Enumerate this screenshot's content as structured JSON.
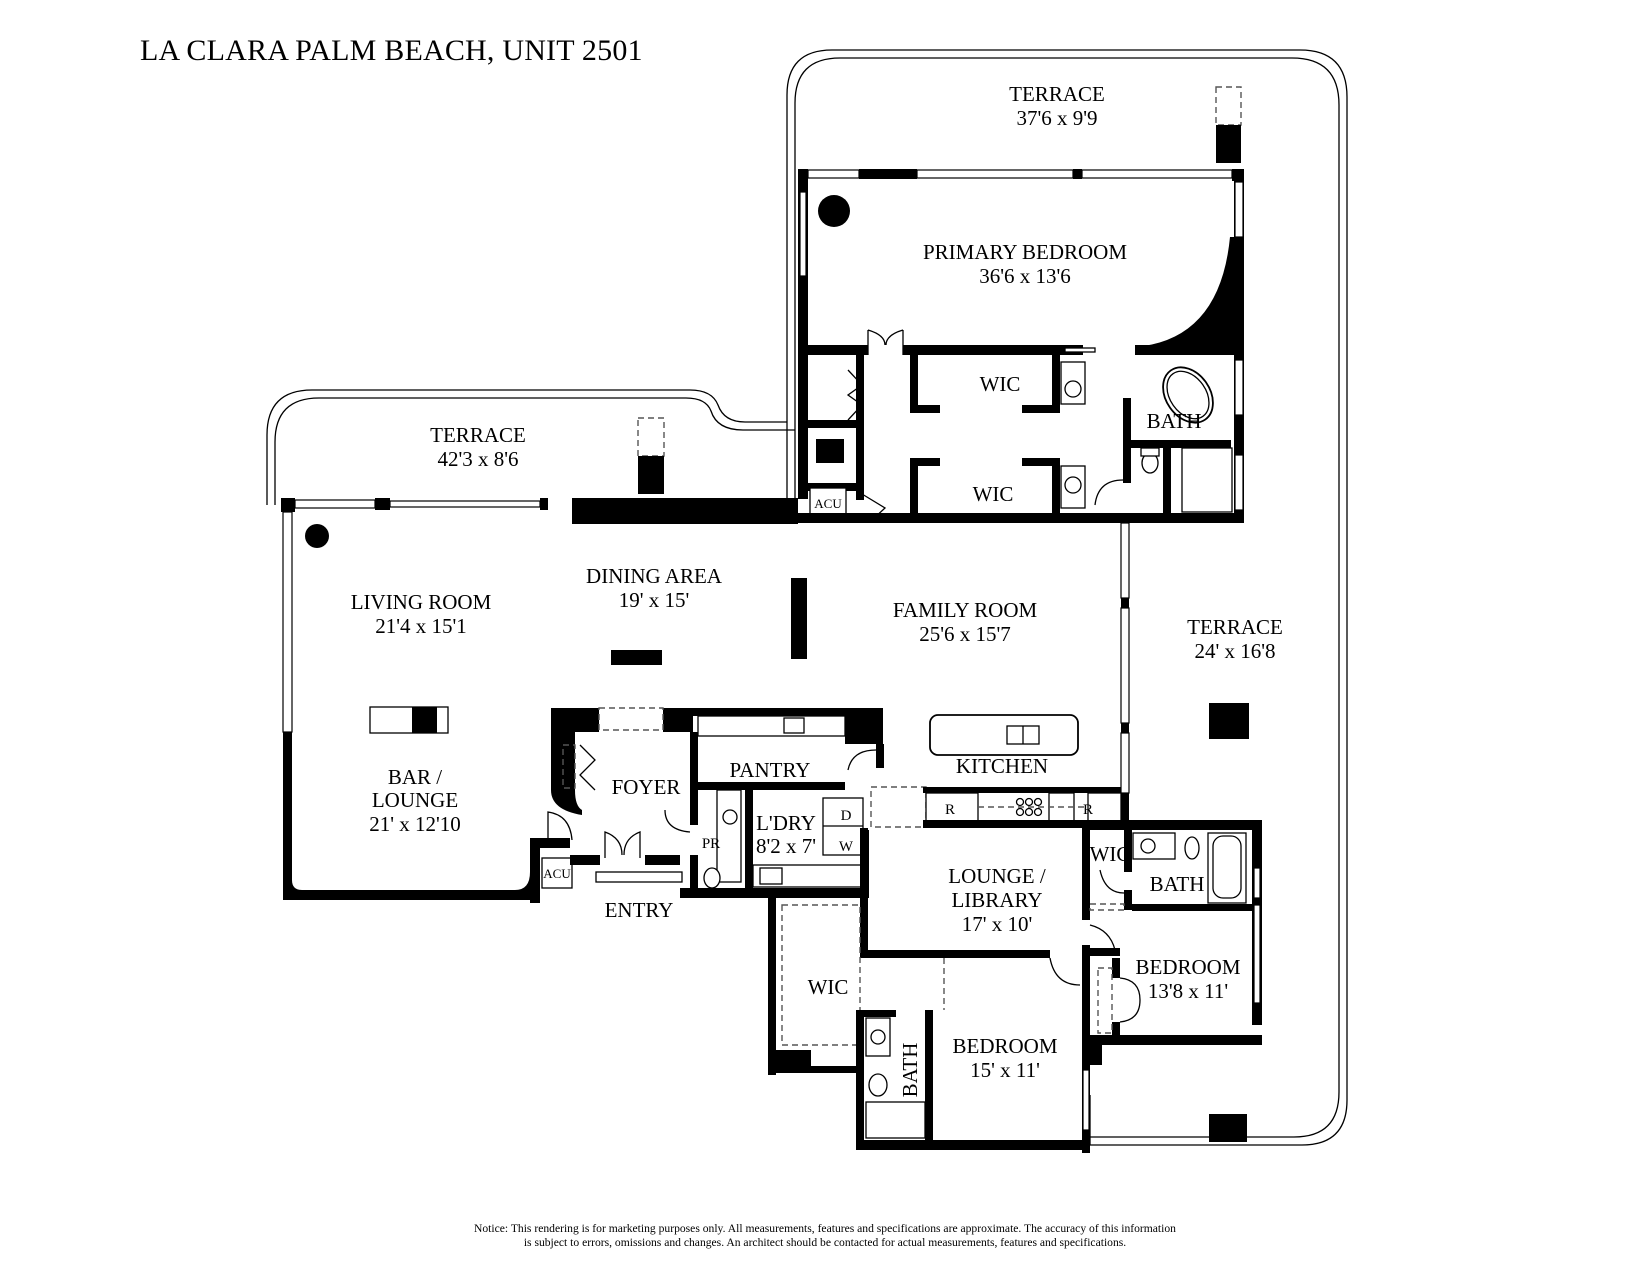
{
  "header": {
    "title": "LA CLARA PALM BEACH, UNIT 2501"
  },
  "rooms": {
    "terrace_north": {
      "name": "TERRACE",
      "dims": "37'6 x 9'9"
    },
    "primary_bedroom": {
      "name": "PRIMARY BEDROOM",
      "dims": "36'6 x 13'6"
    },
    "wic_upper": {
      "name": "WIC"
    },
    "wic_lower": {
      "name": "WIC"
    },
    "primary_bath": {
      "name": "BATH"
    },
    "acu_upper": {
      "name": "ACU"
    },
    "terrace_west": {
      "name": "TERRACE",
      "dims": "42'3 x 8'6"
    },
    "living_room": {
      "name": "LIVING ROOM",
      "dims": "21'4 x 15'1"
    },
    "dining_area": {
      "name": "DINING AREA",
      "dims": "19' x 15'"
    },
    "family_room": {
      "name": "FAMILY ROOM",
      "dims": "25'6 x 15'7"
    },
    "terrace_east": {
      "name": "TERRACE",
      "dims": "24' x 16'8"
    },
    "bar_lounge": {
      "line1": "BAR /",
      "line2": "LOUNGE",
      "dims": "21' x 12'10"
    },
    "foyer": {
      "name": "FOYER"
    },
    "pantry": {
      "name": "PANTRY"
    },
    "kitchen": {
      "name": "KITCHEN"
    },
    "range_left": {
      "name": "R"
    },
    "range_right": {
      "name": "R"
    },
    "powder_room": {
      "name": "PR"
    },
    "laundry": {
      "name": "L'DRY",
      "dims": "8'2 x 7'"
    },
    "dryer": {
      "name": "D"
    },
    "washer": {
      "name": "W"
    },
    "acu_lower": {
      "name": "ACU"
    },
    "entry": {
      "name": "ENTRY"
    },
    "lounge_library": {
      "line1": "LOUNGE /",
      "line2": "LIBRARY",
      "dims": "17' x 10'"
    },
    "wic_east": {
      "name": "WIC"
    },
    "bath_east": {
      "name": "BATH"
    },
    "bedroom_east": {
      "name": "BEDROOM",
      "dims": "13'8 x 11'"
    },
    "wic_south": {
      "name": "WIC"
    },
    "bath_south": {
      "name": "BATH"
    },
    "bedroom_south": {
      "name": "BEDROOM",
      "dims": "15' x 11'"
    }
  },
  "footer": {
    "notice_line1": "Notice: This rendering is for marketing purposes only. All measurements, features and specifications are approximate. The accuracy of this information",
    "notice_line2": "is subject to errors, omissions and changes. An architect should be contacted for actual measurements, features and specifications."
  }
}
